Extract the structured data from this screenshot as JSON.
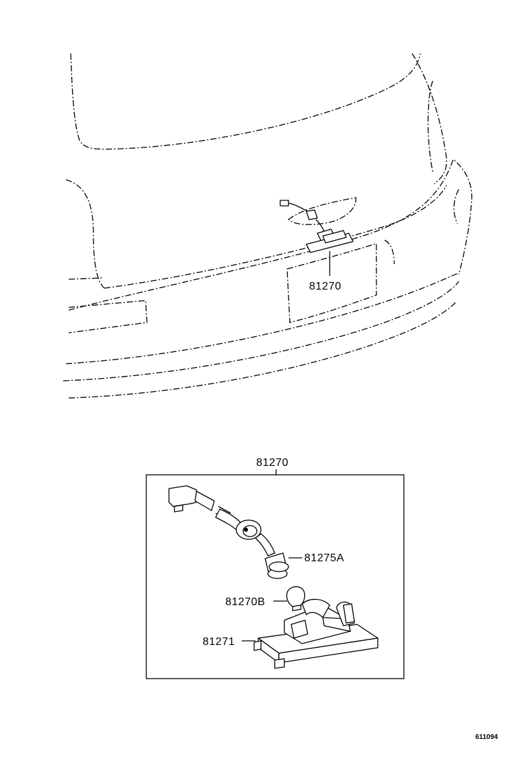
{
  "callouts": {
    "top_lamp": "81270",
    "assembly_title": "81270",
    "socket": "81275A",
    "bulb": "81270B",
    "lens": "81271"
  },
  "figure_ref": "611094"
}
